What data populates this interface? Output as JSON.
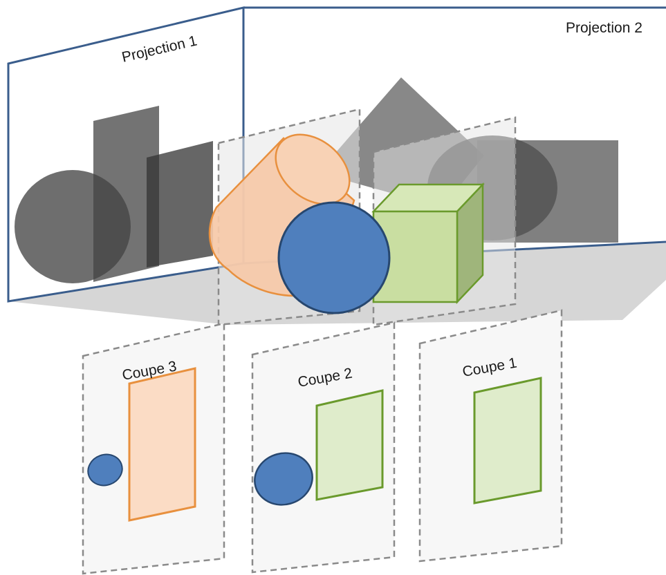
{
  "labels": {
    "projection_1": "Projection 1",
    "projection_2": "Projection 2",
    "section_3": "Coupe 3",
    "section_2": "Coupe 2",
    "section_1": "Coupe 1"
  },
  "colors": {
    "frame_blue": "#3a5d8c",
    "shadow_gray": "#555555",
    "floor_gray": "#d6d6d6",
    "cylinder_fill": "#f6c9a8",
    "cylinder_stroke": "#e8903e",
    "sphere_fill": "#4f7fbd",
    "sphere_stroke": "#27476f",
    "cube_fill": "#c9dea1",
    "cube_stroke": "#6a9a2c",
    "dashed_gray": "#8a8a8a"
  }
}
